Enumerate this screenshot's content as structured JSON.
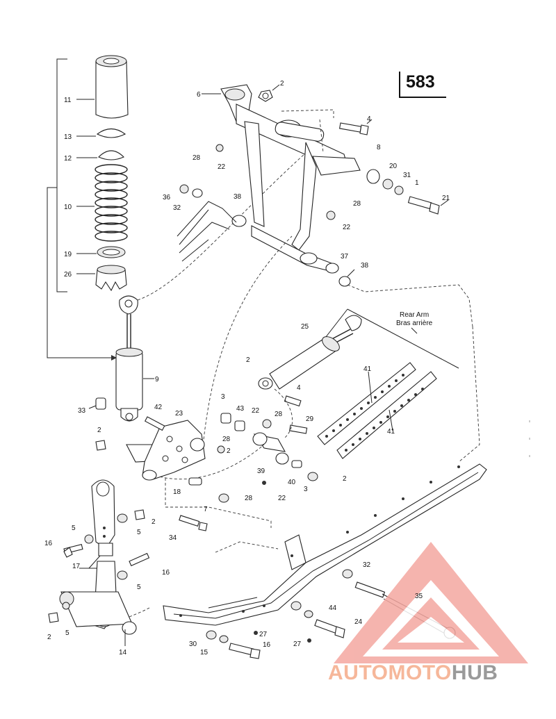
{
  "page_number": "583",
  "callouts": {
    "rear_arm_en": "Rear Arm",
    "rear_arm_fr": "Bras arrière"
  },
  "part_numbers": [
    "1",
    "2",
    "3",
    "4",
    "5",
    "6",
    "7",
    "8",
    "9",
    "10",
    "11",
    "12",
    "13",
    "14",
    "15",
    "16",
    "17",
    "18",
    "19",
    "20",
    "21",
    "22",
    "23",
    "24",
    "25",
    "26",
    "27",
    "28",
    "29",
    "30",
    "31",
    "32",
    "33",
    "34",
    "35",
    "36",
    "37",
    "38",
    "39",
    "40",
    "41",
    "42",
    "43",
    "44"
  ],
  "logo": {
    "text_a": "AUTO",
    "text_b": "MOTO",
    "text_c": "HUB",
    "color_auto": "#f6b79a",
    "color_moto": "#f6b79a",
    "color_hub": "#9a9a9a",
    "icon": "triangle-a-logo-icon"
  }
}
